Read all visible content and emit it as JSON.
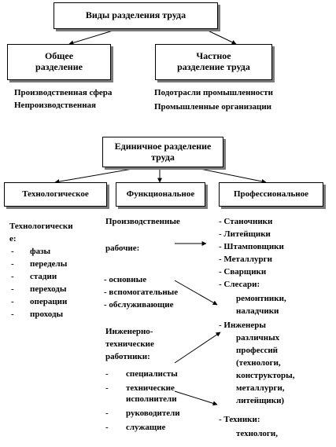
{
  "top": {
    "title": "Виды разделения труда"
  },
  "general": {
    "line1": "Общее",
    "line2": "разделение",
    "items": [
      "Производственная сфера",
      "Непроизводственная"
    ]
  },
  "private": {
    "line1": "Частное",
    "line2": "разделение труда",
    "items": [
      "Подотрасли промышленности",
      "Промышленные организации"
    ]
  },
  "single": {
    "line1": "Единичное разделение",
    "line2": "труда"
  },
  "tech": {
    "label": "Технологическое",
    "heading_line1": "Технологически",
    "heading_line2": "е:",
    "items": [
      "фазы",
      "переделы",
      "стадии",
      "переходы",
      "операции",
      "проходы"
    ]
  },
  "func": {
    "label": "Функциональное",
    "prod_line1": "Производственные",
    "prod_line2": "рабочие:",
    "prod_items": [
      "- основные",
      "- вспомогательные",
      "- обслуживающие"
    ],
    "eng_line1": "Инженерно-",
    "eng_line2": "технические",
    "eng_line3": "работники:",
    "eng_items": [
      "специалисты",
      "технические",
      "исполнители",
      "руководители",
      "служащие"
    ]
  },
  "prof": {
    "label": "Профессиональное",
    "items": [
      "- Станочники",
      "- Литейщики",
      "- Штамповщики",
      "- Металлурги",
      "- Сварщики",
      "- Слесари:",
      "ремонтники,",
      "наладчики",
      "- Инженеры",
      "различных",
      "профессий",
      "(технологи,",
      "конструкторы,",
      "металлурги,",
      "литейщики)",
      "- Техники:",
      "технологи,"
    ]
  }
}
